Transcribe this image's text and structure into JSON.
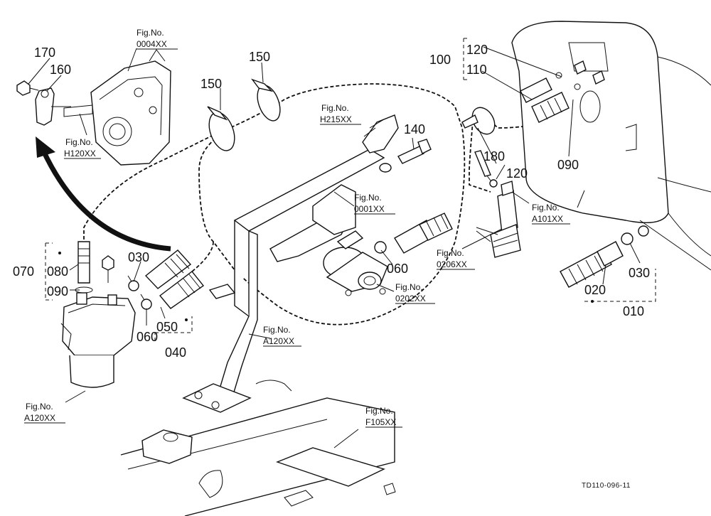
{
  "drawing_code": "TD110-096-11",
  "part_numbers": {
    "p010": "010",
    "p020": "020",
    "p030a": "030",
    "p030b": "030",
    "p040": "040",
    "p050": "050",
    "p060a": "060",
    "p060b": "060",
    "p070": "070",
    "p080": "080",
    "p090a": "090",
    "p090b": "090",
    "p100": "100",
    "p110": "110",
    "p120a": "120",
    "p120b": "120",
    "p140": "140",
    "p150a": "150",
    "p150b": "150",
    "p160": "160",
    "p170": "170",
    "p180": "180"
  },
  "fig_refs": [
    {
      "label": "Fig.No.",
      "code": "0004XX"
    },
    {
      "label": "Fig.No.",
      "code": "H120XX"
    },
    {
      "label": "Fig.No.",
      "code": "H215XX"
    },
    {
      "label": "Fig.No.",
      "code": "0001XX"
    },
    {
      "label": "Fig.No.",
      "code": "A101XX"
    },
    {
      "label": "Fig.No.",
      "code": "0206XX"
    },
    {
      "label": "Fig.No.",
      "code": "0202XX"
    },
    {
      "label": "Fig.No.",
      "code": "A120XX"
    },
    {
      "label": "Fig.No.",
      "code": "A120XX"
    },
    {
      "label": "Fig.No.",
      "code": "F105XX"
    }
  ]
}
